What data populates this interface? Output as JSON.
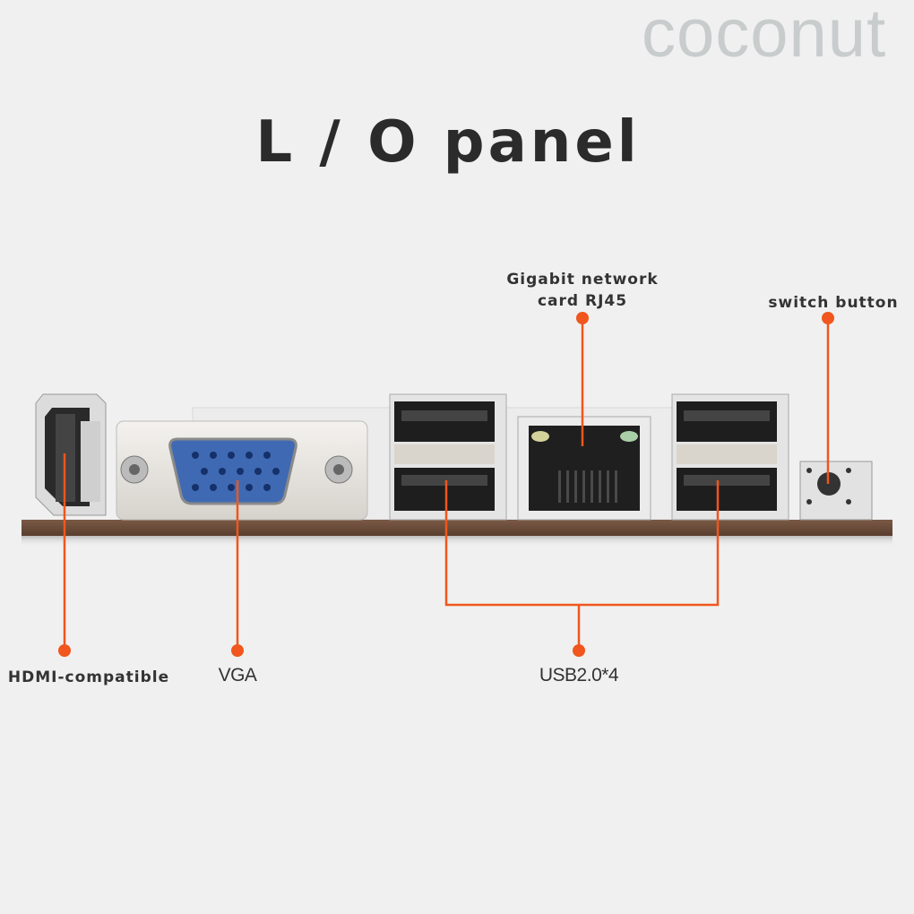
{
  "watermark": "coconut",
  "title": "L / O panel",
  "accent_color": "#f0561d",
  "labels": {
    "rj45": [
      "Gigabit network",
      "card RJ45"
    ],
    "switch": "switch button",
    "hdmi": "HDMI-compatible",
    "vga": "VGA",
    "usb": "USB2.0*4"
  },
  "ports": [
    {
      "name": "HDMI-compatible",
      "count": 1
    },
    {
      "name": "VGA",
      "count": 1
    },
    {
      "name": "USB2.0",
      "count": 4
    },
    {
      "name": "Gigabit network card RJ45",
      "count": 1
    },
    {
      "name": "switch button",
      "count": 1
    }
  ]
}
